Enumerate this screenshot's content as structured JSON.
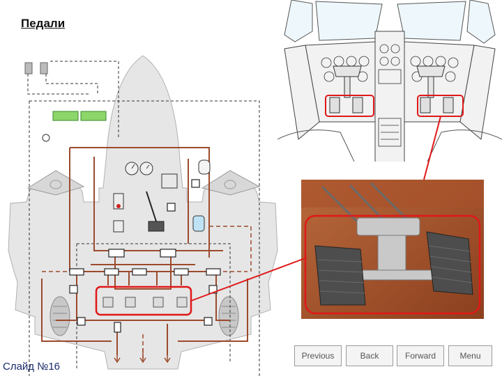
{
  "slide": {
    "title": "Педали",
    "number_label": "Слайд №16"
  },
  "nav": {
    "previous": "Previous",
    "back": "Back",
    "forward": "Forward",
    "menu": "Menu"
  },
  "colors": {
    "hydraulic_line": "#9c4a2c",
    "highlight": "#e01818",
    "airframe": "#e6e6e6",
    "green_label": "#8cd66a"
  }
}
